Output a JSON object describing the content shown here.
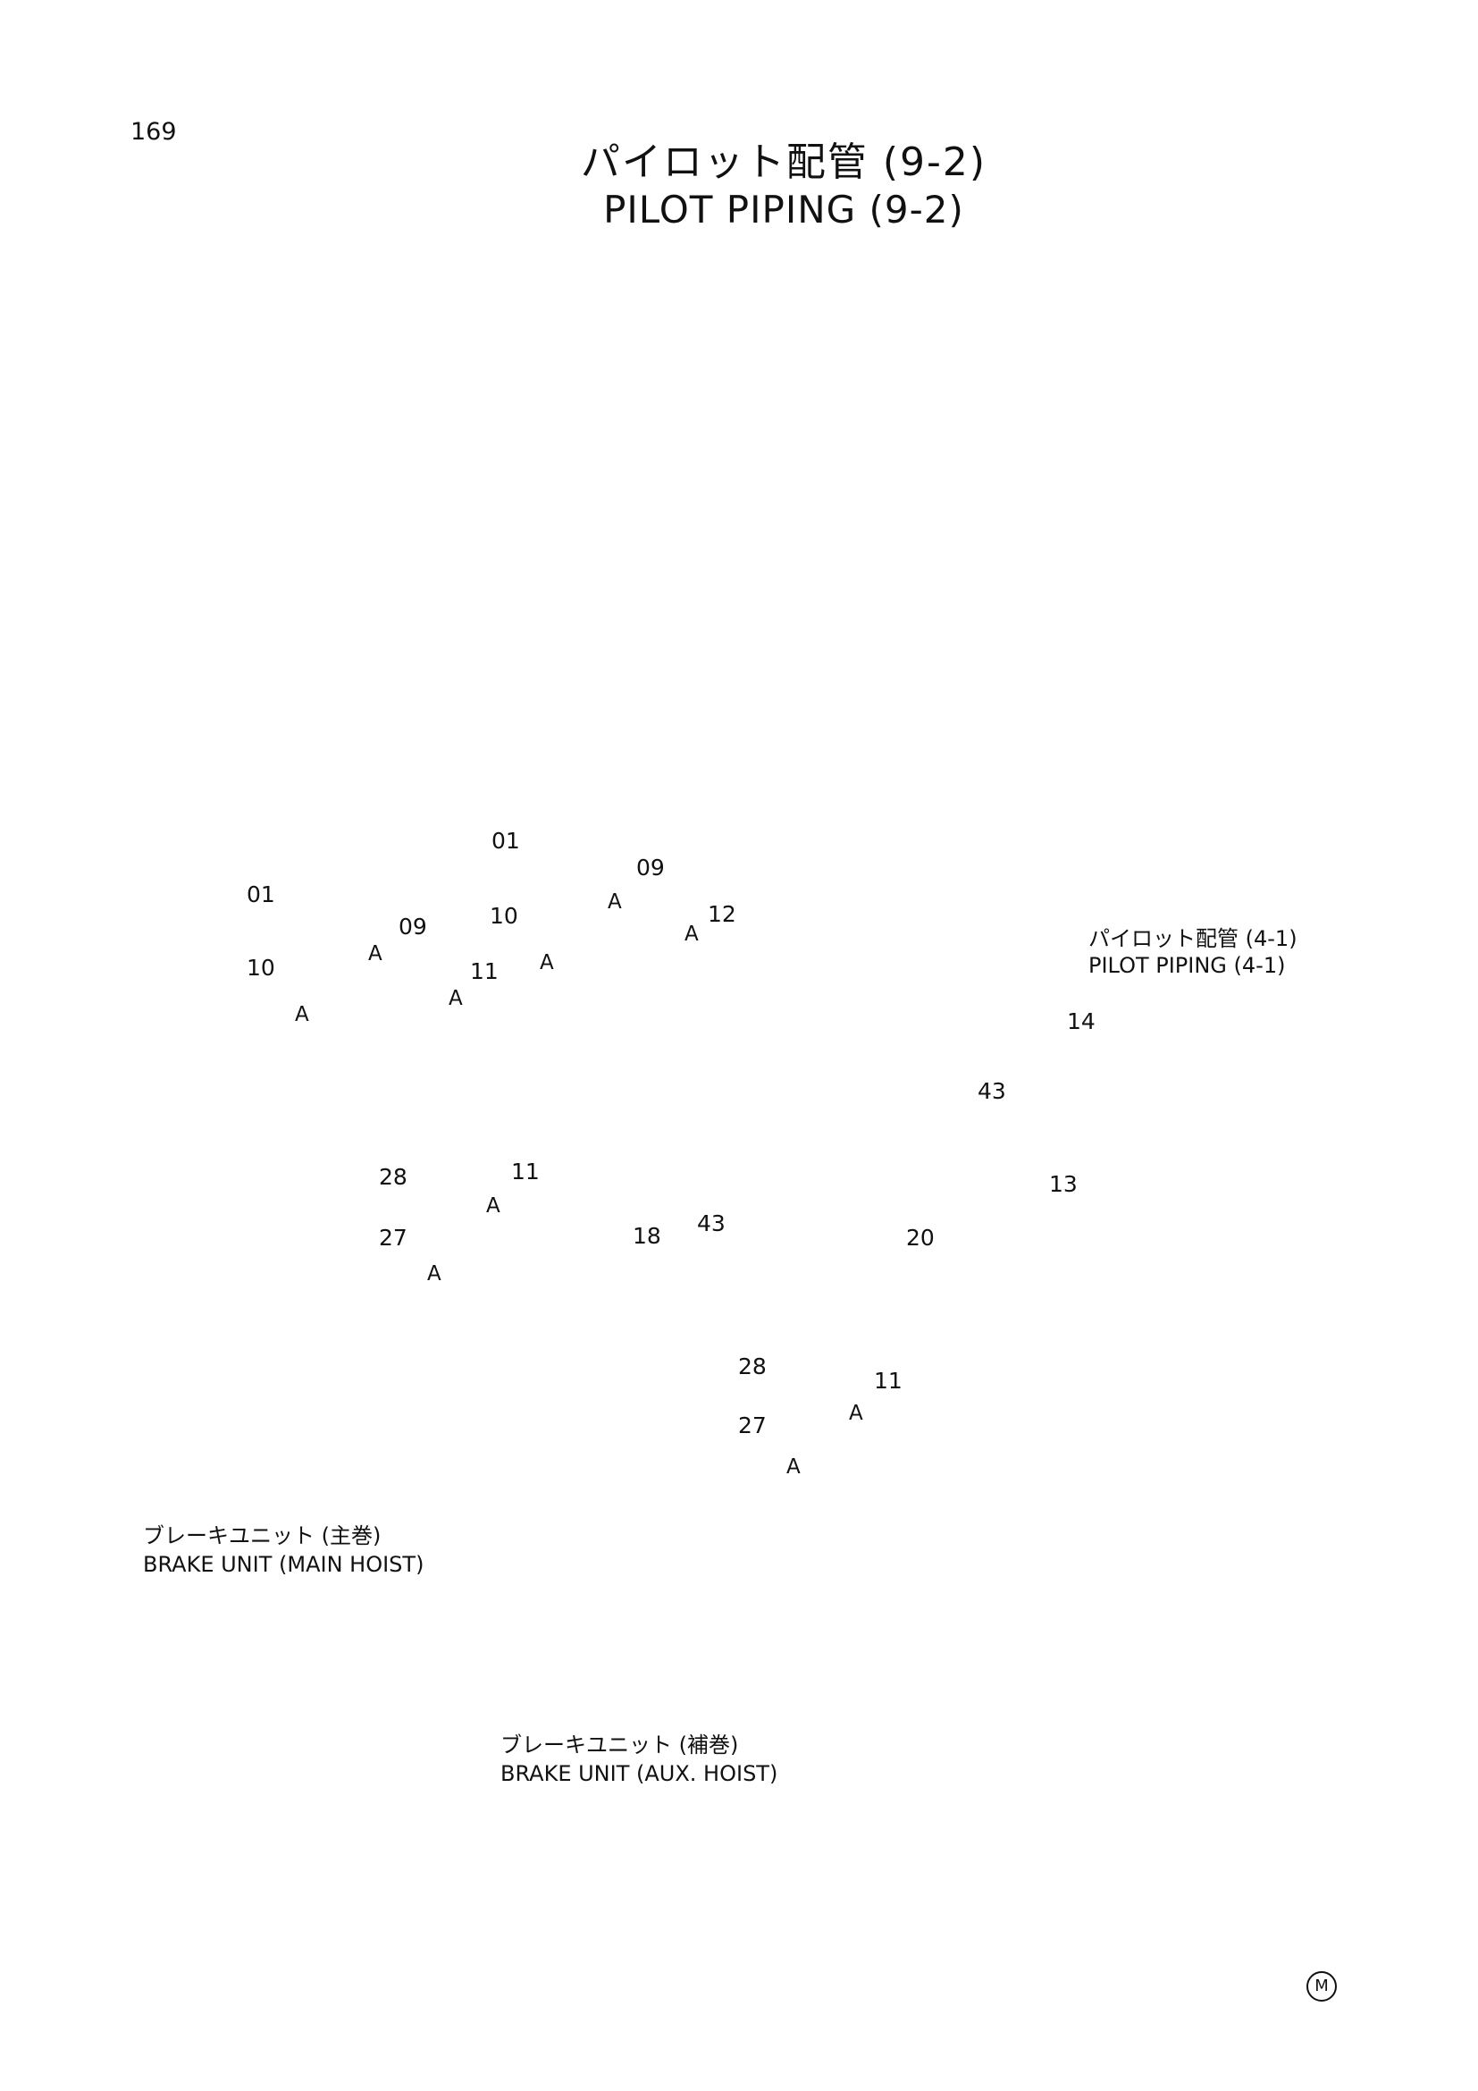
{
  "page": {
    "number": "169",
    "mark": "M"
  },
  "title": {
    "jp": "パイロット配管 (9-2)",
    "en": "PILOT PIPING (9-2)"
  },
  "reference": {
    "jp": "パイロット配管 (4-1)",
    "en": "PILOT PIPING (4-1)"
  },
  "captions": {
    "main_jp": "ブレーキユニット (主巻)",
    "main_en": "BRAKE UNIT (MAIN HOIST)",
    "aux_jp": "ブレーキユニット (補巻)",
    "aux_en": "BRAKE UNIT (AUX. HOIST)"
  },
  "parts": {
    "p01": "01",
    "p09": "09",
    "p10": "10",
    "p11": "11",
    "p12": "12",
    "p13": "13",
    "p14": "14",
    "p18": "18",
    "p20": "20",
    "p27": "27",
    "p28": "28",
    "p43": "43"
  },
  "labels": {
    "a": "A"
  }
}
